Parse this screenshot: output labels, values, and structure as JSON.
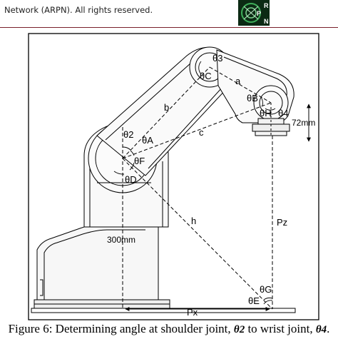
{
  "header": {
    "text": "Network (ARPN). All rights reserved.",
    "logo_letters": [
      "R",
      "P",
      "N"
    ],
    "rule_color": "#7a1f2b"
  },
  "figure": {
    "labels": {
      "theta3": "θ3",
      "thetaC": "θC",
      "a": "a",
      "thetaB": "θB",
      "thetaH": "θH",
      "theta4": "θ4",
      "b": "b",
      "theta2": "θ2",
      "thetaA": "θA",
      "c": "c",
      "thetaF": "θF",
      "thetaD": "θD",
      "h": "h",
      "pz": "Pz",
      "thetaG": "θG",
      "thetaE": "θE",
      "px": "Px",
      "dim_300": "300mm",
      "dim_72": "72mm"
    }
  },
  "caption": {
    "text_before": "Figure 6: Determining angle at shoulder joint,",
    "sym1": "θ2",
    "text_middle": "to wrist joint,",
    "sym2": "θ4",
    "text_after": "."
  }
}
